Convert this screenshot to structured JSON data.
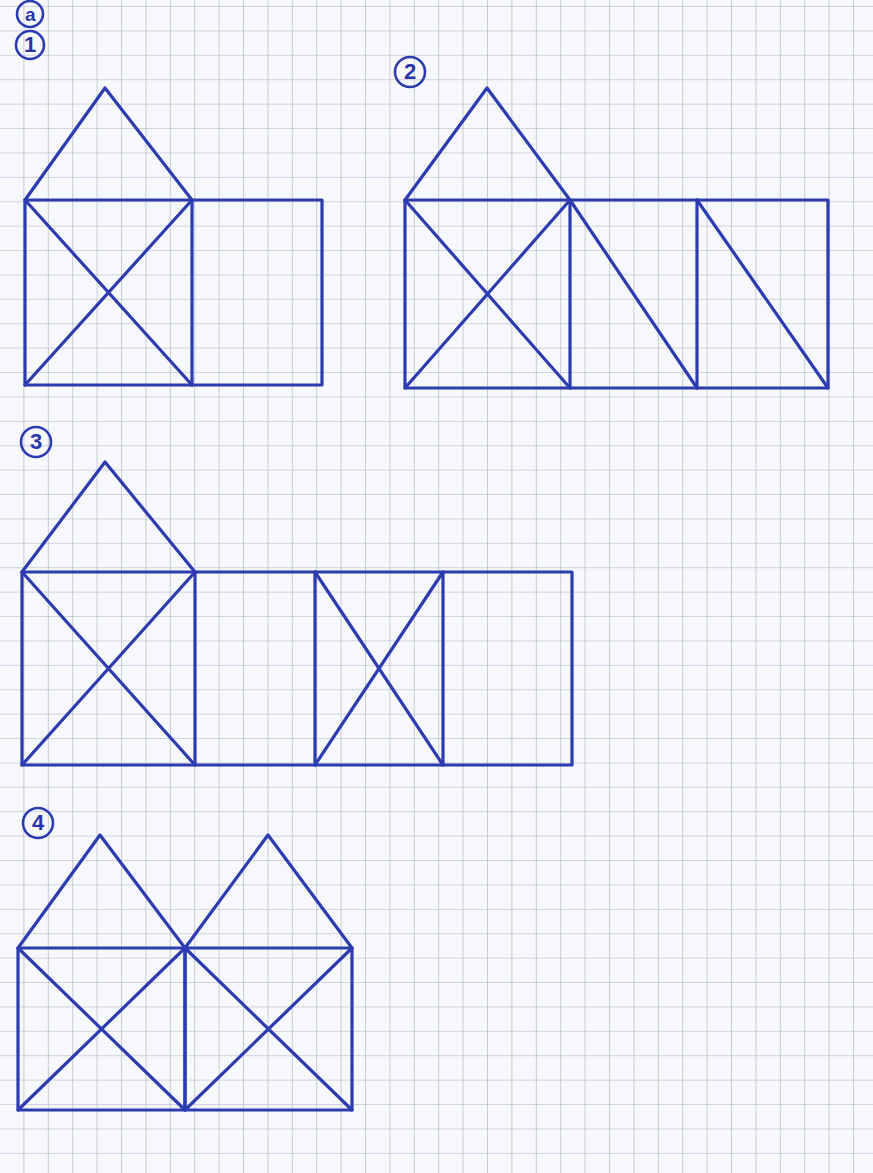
{
  "diagram": {
    "labels": [
      "a",
      "1",
      "2",
      "3",
      "4"
    ]
  }
}
